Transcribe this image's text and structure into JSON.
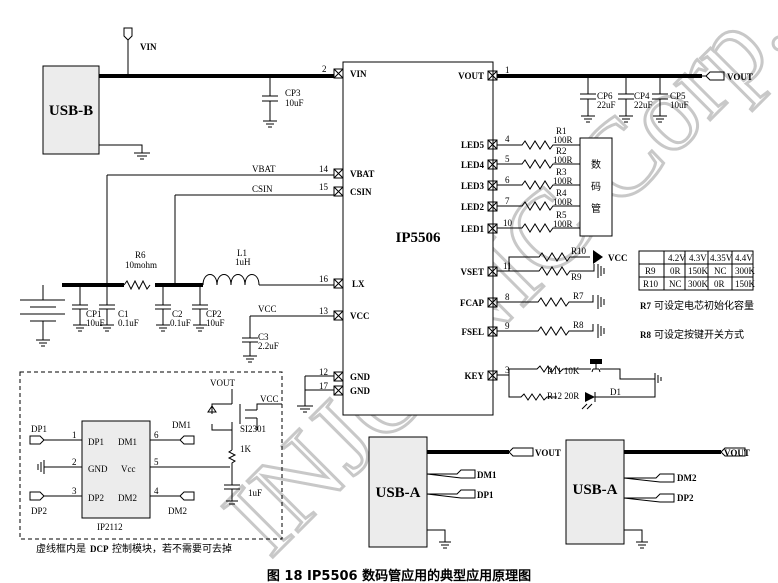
{
  "chip": {
    "name": "IP5506"
  },
  "usb_b": {
    "label": "USB-B"
  },
  "usb_a1": {
    "label": "USB-A"
  },
  "usb_a2": {
    "label": "USB-A"
  },
  "left_pins": {
    "vin": "VIN",
    "vbat": "VBAT",
    "csin": "CSIN",
    "lx": "LX",
    "vcc": "VCC",
    "gnd1": "GND",
    "gnd2": "GND"
  },
  "right_pins": {
    "vout": "VOUT",
    "led5": "LED5",
    "led4": "LED4",
    "led3": "LED3",
    "led2": "LED2",
    "led1": "LED1",
    "vset": "VSET",
    "fcap": "FCAP",
    "fsel": "FSEL",
    "key": "KEY"
  },
  "pin_numbers": {
    "vin": "2",
    "vbat": "14",
    "csin": "15",
    "lx": "16",
    "vcc": "13",
    "gnd1": "12",
    "gnd2": "17",
    "vout": "1",
    "led5": "4",
    "led4": "5",
    "led3": "6",
    "led2": "7",
    "led1": "10",
    "vset": "11",
    "fcap": "8",
    "fsel": "9",
    "key": "3"
  },
  "nets": {
    "vin": "VIN",
    "vout": "VOUT",
    "vout_a": "VOUT",
    "vout_b": "VOUT",
    "vbat": "VBAT",
    "csin": "CSIN",
    "vcc": "VCC",
    "vcc2": "VCC",
    "vcc3": "VCC",
    "vout_dcp": "VOUT",
    "dm1": "DM1",
    "dp1": "DP1",
    "dm2": "DM2",
    "dp2": "DP2"
  },
  "components": {
    "cp3": {
      "ref": "CP3",
      "val": "10uF"
    },
    "cp6": {
      "ref": "CP6",
      "val": "22uF"
    },
    "cp4": {
      "ref": "CP4",
      "val": "22uF"
    },
    "cp5": {
      "ref": "CP5",
      "val": "10uF"
    },
    "r6": {
      "ref": "R6",
      "val": "10mohm"
    },
    "l1": {
      "ref": "L1",
      "val": "1uH"
    },
    "cp1": {
      "ref": "CP1",
      "val": "10uF"
    },
    "c1": {
      "ref": "C1",
      "val": "0.1uF"
    },
    "c2": {
      "ref": "C2",
      "val": "0.1uF"
    },
    "cp2": {
      "ref": "CP2",
      "val": "10uF"
    },
    "c3": {
      "ref": "C3",
      "val": "2.2uF"
    },
    "r1": {
      "ref": "R1",
      "val": "100R"
    },
    "r2": {
      "ref": "R2",
      "val": "100R"
    },
    "r3": {
      "ref": "R3",
      "val": "100R"
    },
    "r4": {
      "ref": "R4",
      "val": "100R"
    },
    "r5": {
      "ref": "R5",
      "val": "100R"
    },
    "r10": {
      "ref": "R10"
    },
    "r9": {
      "ref": "R9"
    },
    "r7": {
      "ref": "R7"
    },
    "r8": {
      "ref": "R8"
    },
    "r11": {
      "ref": "R11 10K"
    },
    "r12": {
      "ref": "R12 20R"
    },
    "d1": {
      "ref": "D1"
    },
    "mos": {
      "ref": "SI2301"
    },
    "r1k": {
      "ref": "1K"
    },
    "c1uf": {
      "ref": "1uF"
    }
  },
  "display": {
    "chars": [
      "数",
      "码",
      "管"
    ]
  },
  "vset_table": {
    "header": [
      "",
      "4.2V",
      "4.3V",
      "4.35V",
      "4.4V"
    ],
    "rows": [
      [
        "R9",
        "0R",
        "150K",
        "NC",
        "300K"
      ],
      [
        "R10",
        "NC",
        "300K",
        "0R",
        "150K"
      ]
    ]
  },
  "notes": {
    "r7_bold": "R7",
    "r7_text": "可设定电芯初始化容量",
    "r8_bold": "R8",
    "r8_text": "可设定按键开关方式"
  },
  "dcp": {
    "title": "DM1",
    "chip": "IP2112",
    "pins": {
      "dp1": "DP1",
      "dm1": "DM1",
      "gnd": "GND",
      "vcc": "Vcc",
      "dp2": "DP2",
      "dm2": "DM2"
    },
    "nums": {
      "n1": "1",
      "n6": "6",
      "n2": "2",
      "n5": "5",
      "n3": "3",
      "n4": "4"
    },
    "ext": {
      "dp1": "DP1",
      "dp2": "DP2",
      "dm2": "DM2"
    },
    "note_a": "虚线框内是",
    "note_b": "DCP",
    "note_c": "控制模块，若不需要可去掉"
  },
  "caption": "图 18   IP5506 数码管应用的典型应用原理图",
  "watermark": "INJOINIC Corp."
}
